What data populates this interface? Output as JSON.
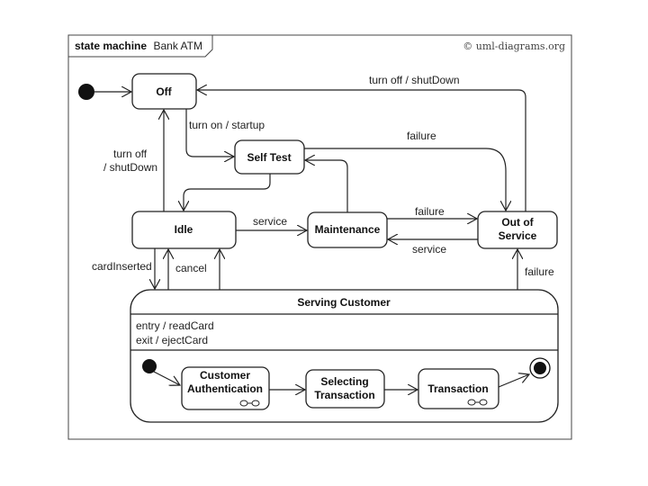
{
  "frame": {
    "keyword": "state machine",
    "name": "Bank ATM",
    "copyright": "© uml-diagrams.org"
  },
  "states": {
    "off": "Off",
    "self_test": "Self Test",
    "idle": "Idle",
    "maintenance": "Maintenance",
    "out_of_service_line1": "Out of",
    "out_of_service_line2": "Service",
    "serving_customer": "Serving Customer",
    "entry_action": "entry / readCard",
    "exit_action": "exit / ejectCard",
    "cust_auth_line1": "Customer",
    "cust_auth_line2": "Authentication",
    "selecting_line1": "Selecting",
    "selecting_line2": "Transaction",
    "transaction": "Transaction"
  },
  "transitions": {
    "turn_on": "turn on / startup",
    "turn_off_top": "turn off / shutDown",
    "turn_off_left_line1": "turn off",
    "turn_off_left_line2": "/ shutDown",
    "failure_selftest": "failure",
    "failure_maint": "failure",
    "service_idle": "service",
    "service_back": "service",
    "card_inserted": "cardInserted",
    "cancel": "cancel",
    "failure_serving": "failure"
  }
}
